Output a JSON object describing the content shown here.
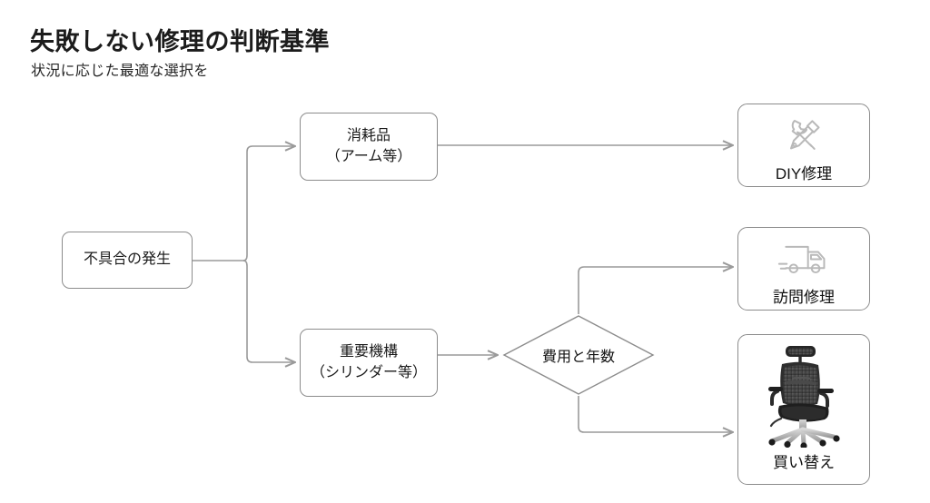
{
  "header": {
    "title": "失敗しない修理の判断基準",
    "subtitle": "状況に応じた最適な選択を"
  },
  "diagram": {
    "type": "flowchart",
    "orientation": "left-to-right",
    "start": {
      "label": "不具合の発生",
      "shape": "rounded-rectangle"
    },
    "branches": [
      {
        "id": "consumable",
        "line1": "消耗品",
        "line2": "（アーム等）",
        "shape": "rounded-rectangle"
      },
      {
        "id": "core",
        "line1": "重要機構",
        "line2": "（シリンダー等）",
        "shape": "rounded-rectangle"
      }
    ],
    "decision": {
      "label": "費用と年数",
      "shape": "diamond"
    },
    "outcomes": [
      {
        "id": "diy",
        "label": "DIY修理",
        "icon": "wrench-screwdriver-icon",
        "from": "consumable"
      },
      {
        "id": "visit",
        "label": "訪問修理",
        "icon": "delivery-truck-icon",
        "from": "decision"
      },
      {
        "id": "replace",
        "label": "買い替え",
        "icon": "office-chair-photo",
        "from": "decision"
      }
    ]
  },
  "colors": {
    "background": "#ffffff",
    "node_border": "#8c8c8c",
    "connector": "#9a9a9a",
    "text": "#1a1a1a"
  }
}
